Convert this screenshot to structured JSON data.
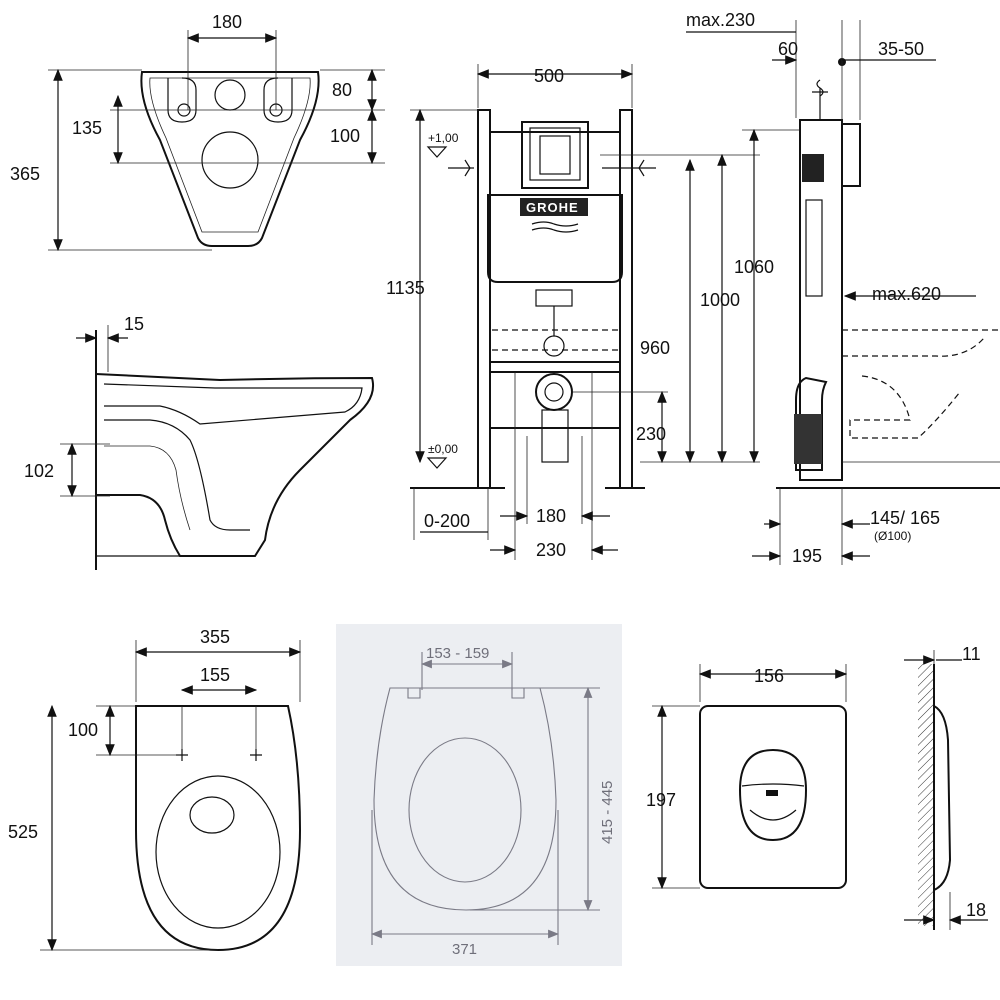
{
  "bowl_top": {
    "w180": "180",
    "h80": "80",
    "h135": "135",
    "h100": "100",
    "h365": "365"
  },
  "bowl_side": {
    "d15": "15",
    "d102": "102"
  },
  "frame_front": {
    "brand": "GROHE",
    "w500": "500",
    "plus": "+1,00",
    "zero": "±0,00",
    "h1135": "1135",
    "h1000": "1000",
    "h960": "960",
    "h230": "230",
    "w180": "180",
    "w230": "230",
    "r0200": "0-200"
  },
  "frame_side": {
    "max230": "max.230",
    "d60": "60",
    "d3550": "35-50",
    "h1060": "1060",
    "max620": "max.620",
    "d145": "145/ 165",
    "dia": "(Ø100)",
    "d195": "195"
  },
  "bowl_plan": {
    "w355": "355",
    "w155": "155",
    "h100": "100",
    "h525": "525"
  },
  "seat": {
    "w153": "153 - 159",
    "h415": "415 - 445",
    "w371": "371"
  },
  "plate_front": {
    "w156": "156",
    "h197": "197"
  },
  "plate_side": {
    "d11": "11",
    "d18": "18"
  }
}
